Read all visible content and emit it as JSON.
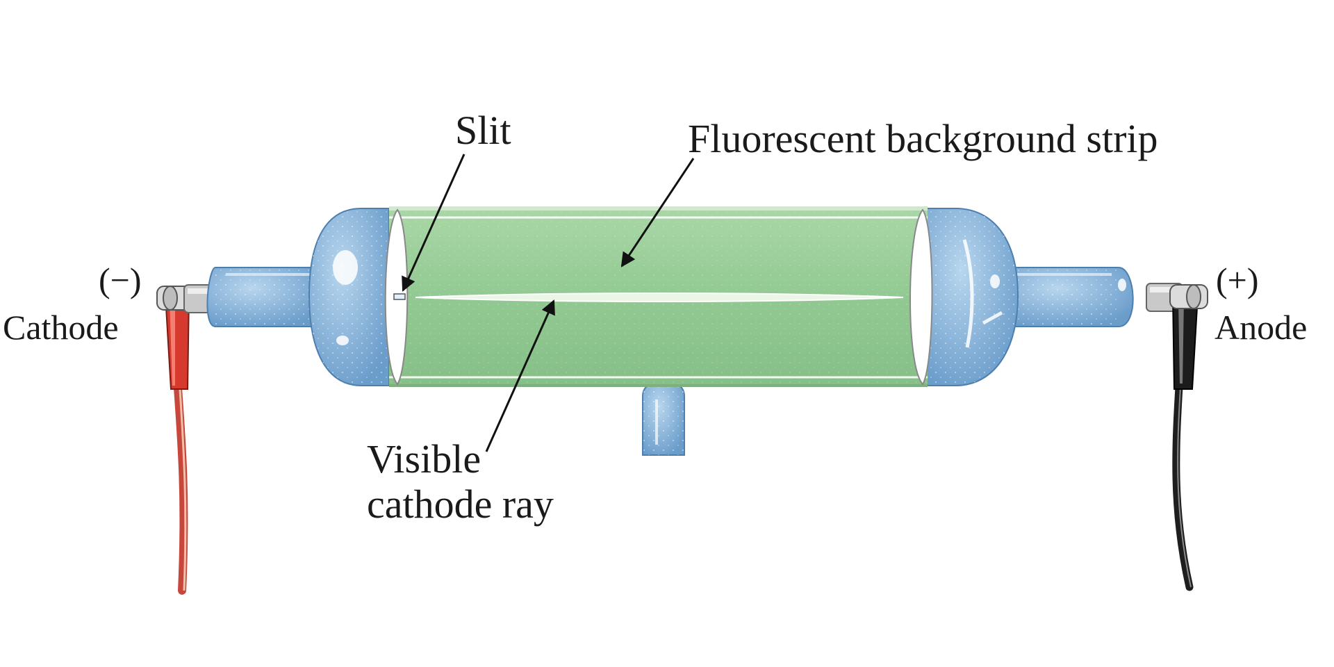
{
  "labels": {
    "slit": "Slit",
    "fluorescent_strip": "Fluorescent background strip",
    "ray_line1": "Visible",
    "ray_line2": "cathode ray",
    "cathode_sign": "(−)",
    "cathode": "Cathode",
    "anode_sign": "(+)",
    "anode": "Anode"
  },
  "colors": {
    "glass_blue": "#7fb0d8",
    "fluorescent_green": "#97ce98",
    "cathode_wire": "#d8443a",
    "anode_wire": "#1e1e1e",
    "ray": "#e8f3e4"
  },
  "icons": {
    "cathode_clip": "alligator-clip-red",
    "anode_clip": "alligator-clip-black"
  }
}
